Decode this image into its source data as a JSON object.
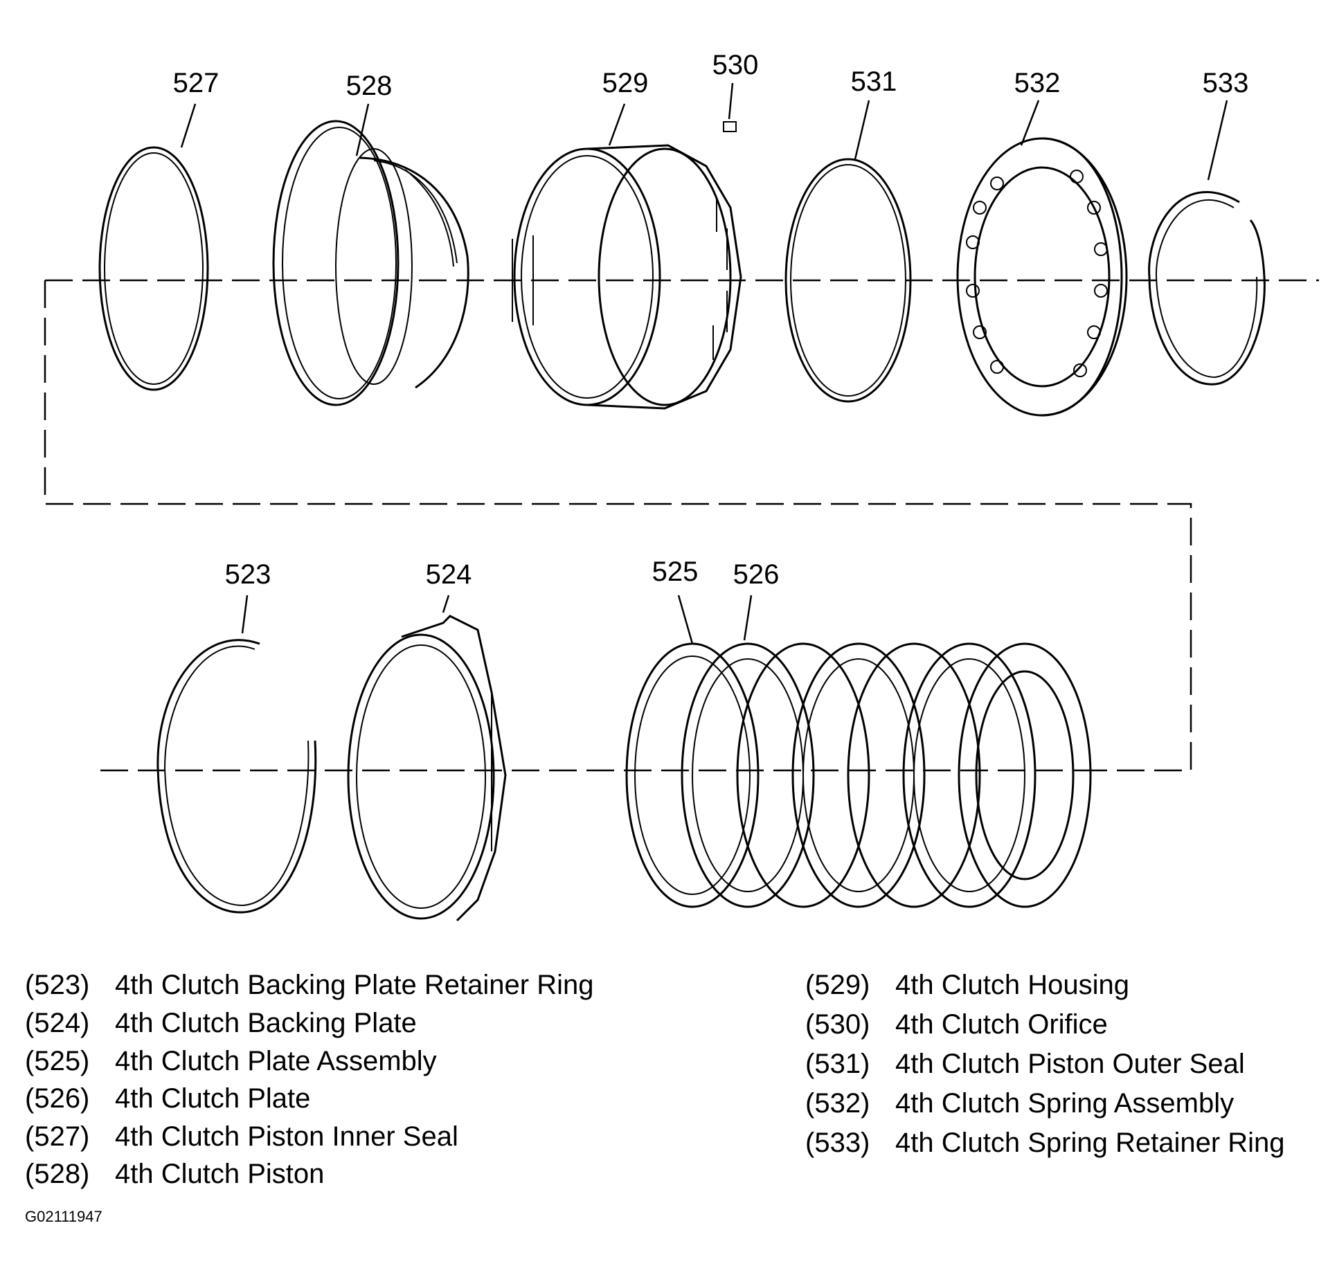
{
  "callouts": {
    "c523": "523",
    "c524": "524",
    "c525": "525",
    "c526": "526",
    "c527": "527",
    "c528": "528",
    "c529": "529",
    "c530": "530",
    "c531": "531",
    "c532": "532",
    "c533": "533"
  },
  "legend": {
    "left": [
      {
        "num": "(523)",
        "name": "4th Clutch Backing Plate Retainer Ring"
      },
      {
        "num": "(524)",
        "name": "4th Clutch Backing Plate"
      },
      {
        "num": "(525)",
        "name": "4th Clutch Plate Assembly"
      },
      {
        "num": "(526)",
        "name": "4th Clutch Plate"
      },
      {
        "num": "(527)",
        "name": "4th Clutch Piston Inner Seal"
      },
      {
        "num": "(528)",
        "name": "4th Clutch Piston"
      }
    ],
    "right": [
      {
        "num": "(529)",
        "name": "4th Clutch Housing"
      },
      {
        "num": "(530)",
        "name": "4th Clutch Orifice"
      },
      {
        "num": "(531)",
        "name": "4th Clutch Piston Outer Seal"
      },
      {
        "num": "(532)",
        "name": "4th Clutch Spring Assembly"
      },
      {
        "num": "(533)",
        "name": "4th Clutch Spring Retainer Ring"
      }
    ]
  },
  "figure_code": "G02111947"
}
